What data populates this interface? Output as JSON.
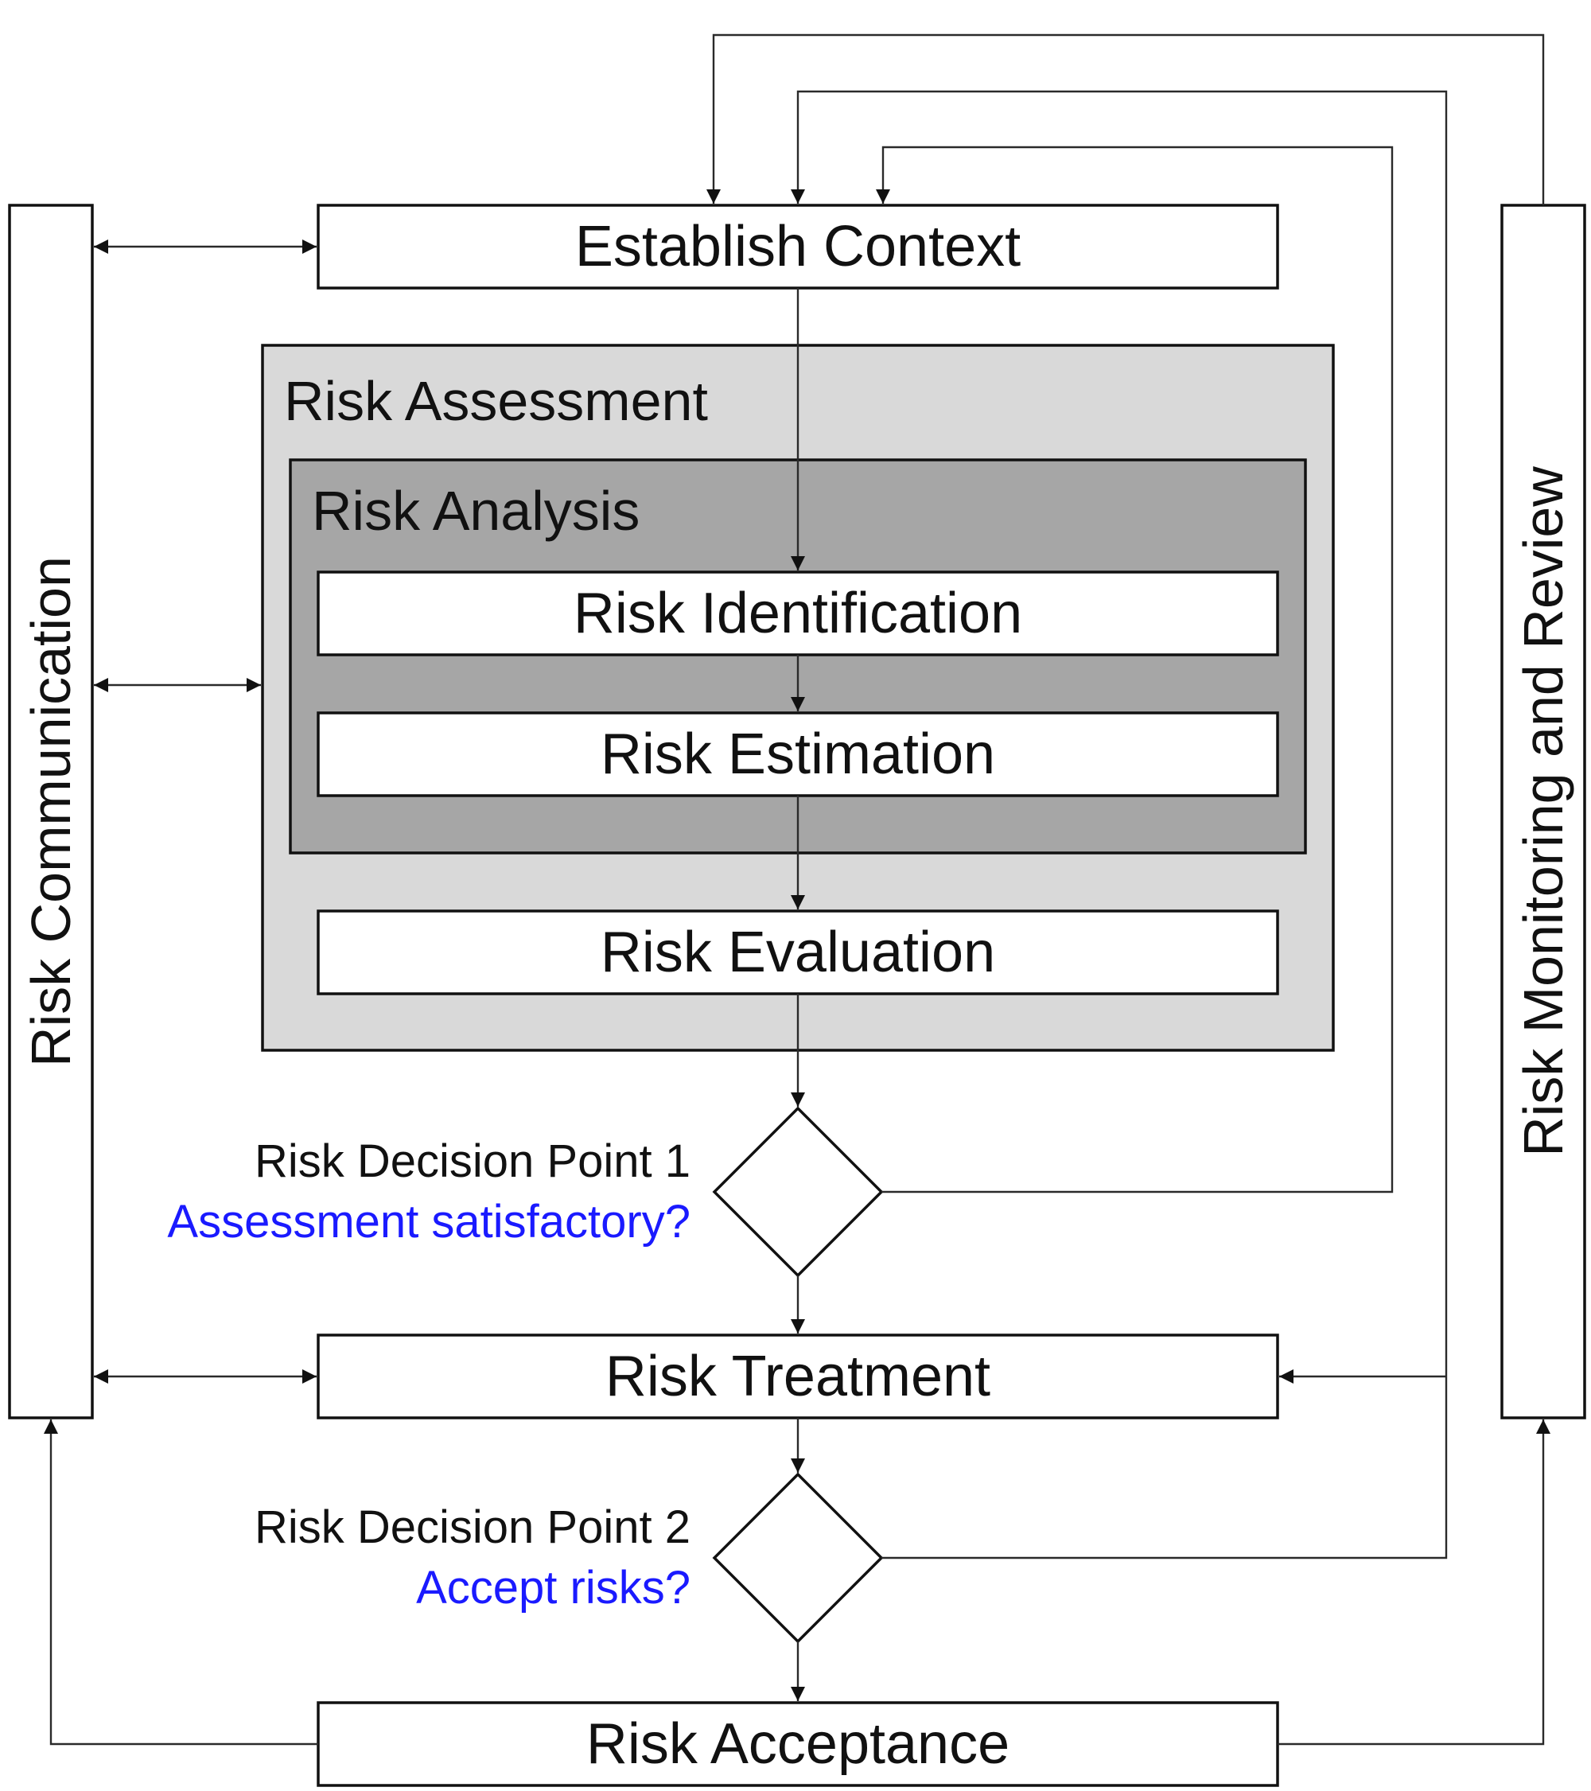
{
  "diagram": {
    "nodes": {
      "establish_context": "Establish Context",
      "risk_assessment": "Risk Assessment",
      "risk_analysis": "Risk Analysis",
      "risk_identification": "Risk Identification",
      "risk_estimation": "Risk Estimation",
      "risk_evaluation": "Risk Evaluation",
      "risk_treatment": "Risk Treatment",
      "risk_acceptance": "Risk Acceptance",
      "risk_communication": "Risk Communication",
      "risk_monitoring": "Risk Monitoring and Review"
    },
    "decisions": [
      {
        "title": "Risk Decision Point 1",
        "question": "Assessment satisfactory?"
      },
      {
        "title": "Risk Decision Point 2",
        "question": "Accept risks?"
      }
    ],
    "colors": {
      "assessment_fill": "#d9d9d9",
      "analysis_fill": "#a6a6a6",
      "box_fill": "#ffffff",
      "question_text": "#1a1aff"
    }
  }
}
